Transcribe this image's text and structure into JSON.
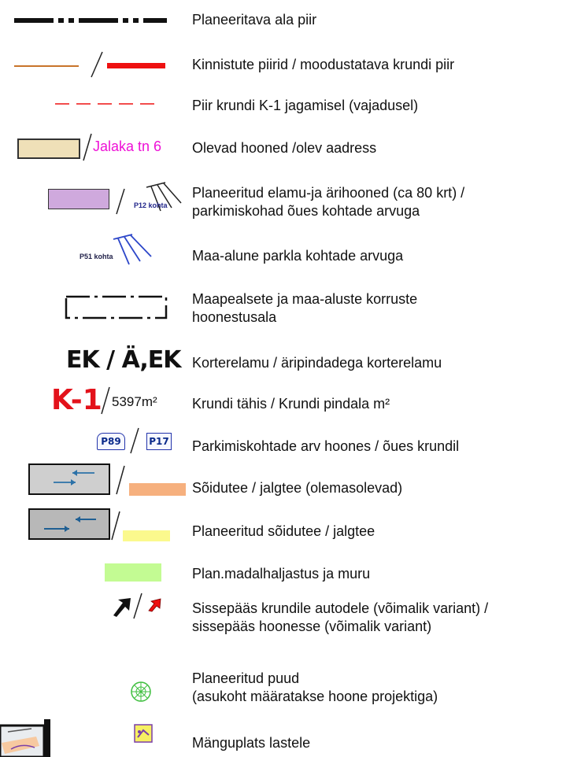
{
  "legend": [
    {
      "label": "Planeeritava ala piir"
    },
    {
      "label": "Kinnistute piirid / moodustatava krundi piir"
    },
    {
      "label": "Piir krundi K-1 jagamisel (vajadusel)"
    },
    {
      "label": "Olevad hooned /olev aadress",
      "symbol_text": "Jalaka tn 6"
    },
    {
      "label": "Planeeritud  elamu-ja ärihooned (ca 80 krt) /",
      "label2": "parkimiskohad õues kohtade arvuga",
      "symbol_text": "P12 kohta"
    },
    {
      "label": "Maa-alune parkla kohtade arvuga",
      "symbol_text": "P51 kohta"
    },
    {
      "label": "Maapealsete  ja  maa-aluste korruste",
      "label2": "hoonestusala"
    },
    {
      "label": "Korterelamu / äripindadega korterelamu",
      "symbol_text": "EK / Ä,EK"
    },
    {
      "label": "Krundi tähis / Krundi pindala m²",
      "symbol_text": "K-1",
      "symbol_text2": "5397m²"
    },
    {
      "label": "Parkimiskohtade arv hoones /  õues krundil",
      "symbol_text": "P89",
      "symbol_text2": "P17"
    },
    {
      "label": "Sõidutee  / jalgtee (olemasolevad)"
    },
    {
      "label": "Planeeritud sõidutee  / jalgtee"
    },
    {
      "label": "Plan.madalhaljastus ja muru"
    },
    {
      "label": "Sissepääs krundile autodele (võimalik variant) /",
      "label2": "sissepääs hoonesse (võimalik variant)"
    },
    {
      "label": "Planeeritud puud",
      "label2": "(asukoht määratakse hoone projektiga)"
    },
    {
      "label": "Mänguplats lastele"
    }
  ],
  "colors": {
    "parcel_line": "#c8742a",
    "new_parcel_line": "#ee1111",
    "existing_building": "#efe0b8",
    "planned_building": "#cfa9dd",
    "address_text": "#ee11d6",
    "road": "#c9c9c9",
    "walkway_existing": "#f6b07e",
    "walkway_planned": "#fbf98d",
    "green_area": "#c3fb93",
    "tree": "#3fbf3f",
    "entrance_red": "#ee1111"
  }
}
